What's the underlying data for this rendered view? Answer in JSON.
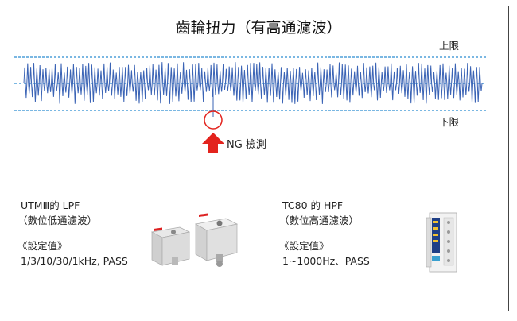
{
  "title": "齒輪扭力（有高通濾波）",
  "upper_limit_label": "上限",
  "lower_limit_label": "下限",
  "ng_label": "NG 檢測",
  "colors": {
    "waveform": "#3a63b5",
    "limit_line": "#4f9fd8",
    "arrow": "#e3231d",
    "circle": "#e3231d"
  },
  "left_product": {
    "name": "UTMⅢ的 LPF",
    "subtitle": "（數位低通濾波）",
    "settings_heading": "《設定值》",
    "settings_value": "1/3/10/30/1kHz, PASS"
  },
  "right_product": {
    "name": "TC80 的 HPF",
    "subtitle": "（數位高通濾波）",
    "settings_heading": "《設定值》",
    "settings_value": "1~1000Hz、PASS"
  }
}
